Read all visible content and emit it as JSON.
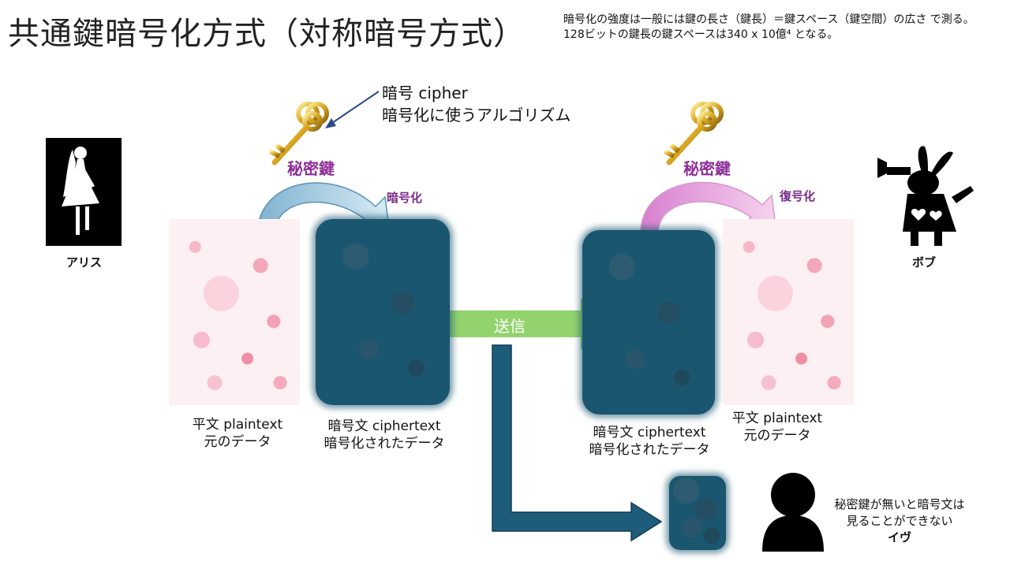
{
  "title": "共通鍵暗号化方式（対称暗号方式）",
  "note": {
    "line1": "暗号化の強度は一般には鍵の長さ（鍵長）＝鍵スペース（鍵空間）の広さ で測る。",
    "line2": "128ビットの鍵長の鍵スペースは340 x 10億⁴ となる。"
  },
  "cipher_callout": {
    "line1": "暗号 cipher",
    "line2": "暗号化に使うアルゴリズム"
  },
  "left_key_label": "秘密鍵",
  "right_key_label": "秘密鍵",
  "encrypt_label": "暗号化",
  "decrypt_label": "復号化",
  "send_label": "送信",
  "alice_label": "アリス",
  "bob_label": "ボブ",
  "eve": {
    "line1": "秘密鍵が無いと暗号文は",
    "line2": "見ることができない",
    "name": "イヴ"
  },
  "docs": {
    "plain_left": {
      "line1": "平文 plaintext",
      "line2": "元のデータ"
    },
    "cipher_left": {
      "line1": "暗号文 ciphertext",
      "line2": "暗号化されたデータ"
    },
    "cipher_right": {
      "line1": "暗号文 ciphertext",
      "line2": "暗号化されたデータ"
    },
    "plain_right": {
      "line1": "平文 plaintext",
      "line2": "元のデータ"
    }
  },
  "colors": {
    "key_label": "#8e2e97",
    "cipher_doc": "#1b5670",
    "send_arrow": "#92d36e",
    "intercept_arrow": "#1f5c7a",
    "encrypt_arrow": "#a9cde0",
    "decrypt_arrow": "#e6a6dc"
  },
  "icons": {
    "key": "golden-key-icon",
    "alice": "alice-silhouette-icon",
    "bob": "white-rabbit-silhouette-icon",
    "eve": "person-silhouette-icon"
  }
}
